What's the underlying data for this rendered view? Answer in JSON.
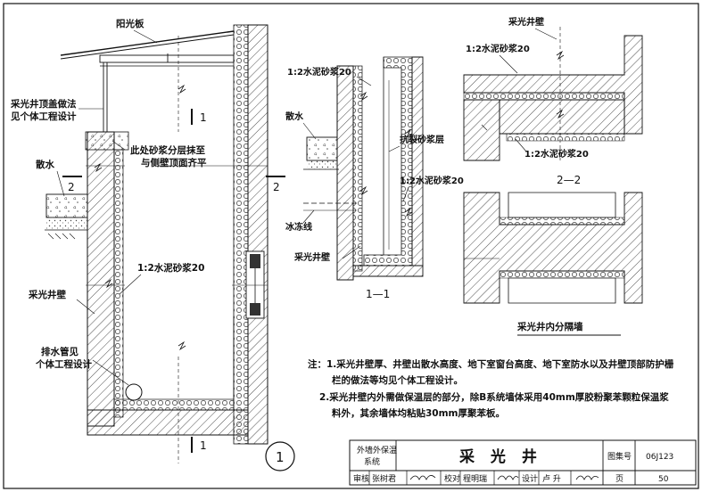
{
  "labels": {
    "sun_panel": "阳光板",
    "roof_note_1": "采光井顶盖做法",
    "roof_note_2": "见个体工程设计",
    "mortar_note_1": "此处砂浆分层抹至",
    "mortar_note_2": "与侧壁顶面齐平",
    "apron_left": "散水",
    "mortar_main": "1:2水泥砂浆20",
    "wall_main": "采光井壁",
    "drain_1": "排水管见",
    "drain_2": "个体工程设计",
    "mortar_s1_top": "1:2水泥砂浆20",
    "apron_s1": "散水",
    "crack_resistant": "抗裂砂浆层",
    "mortar_s1_mid": "1:2水泥砂浆20",
    "frost_line": "冰冻线",
    "wall_s1": "采光井壁",
    "wall_s2": "采光井壁",
    "mortar_s2_top": "1:2水泥砂浆20",
    "mortar_s2_mid": "1:2水泥砂浆20",
    "partition_caption": "采光井内分隔墙"
  },
  "section_marks": {
    "cut_top": "1",
    "cut_bottom": "1",
    "cut_left": "2",
    "cut_right": "2",
    "section_1": "1—1",
    "section_2": "2—2",
    "detail_circle": "1"
  },
  "notes": {
    "line1": "注：1.采光井壁厚、井壁出散水高度、地下室窗台高度、地下室防水以及井壁顶部防护栅",
    "line2": "栏的做法等均见个体工程设计。",
    "line3": "2.采光井壁内外需做保温层的部分，除B系统墙体采用40mm厚胶粉聚苯颗粒保温浆",
    "line4": "料外，其余墙体均粘贴30mm厚聚苯板。"
  },
  "title_block": {
    "system_1": "外墙外保温",
    "system_2": "系统",
    "title": "采 光 井",
    "atlas_label": "图集号",
    "atlas_no": "06J123",
    "review_label": "审核",
    "review_name": "张树君",
    "check_label": "校对",
    "check_name": "程明瑞",
    "design_label": "设计",
    "design_name": "卢 升",
    "page_label": "页",
    "page_no": "50"
  }
}
